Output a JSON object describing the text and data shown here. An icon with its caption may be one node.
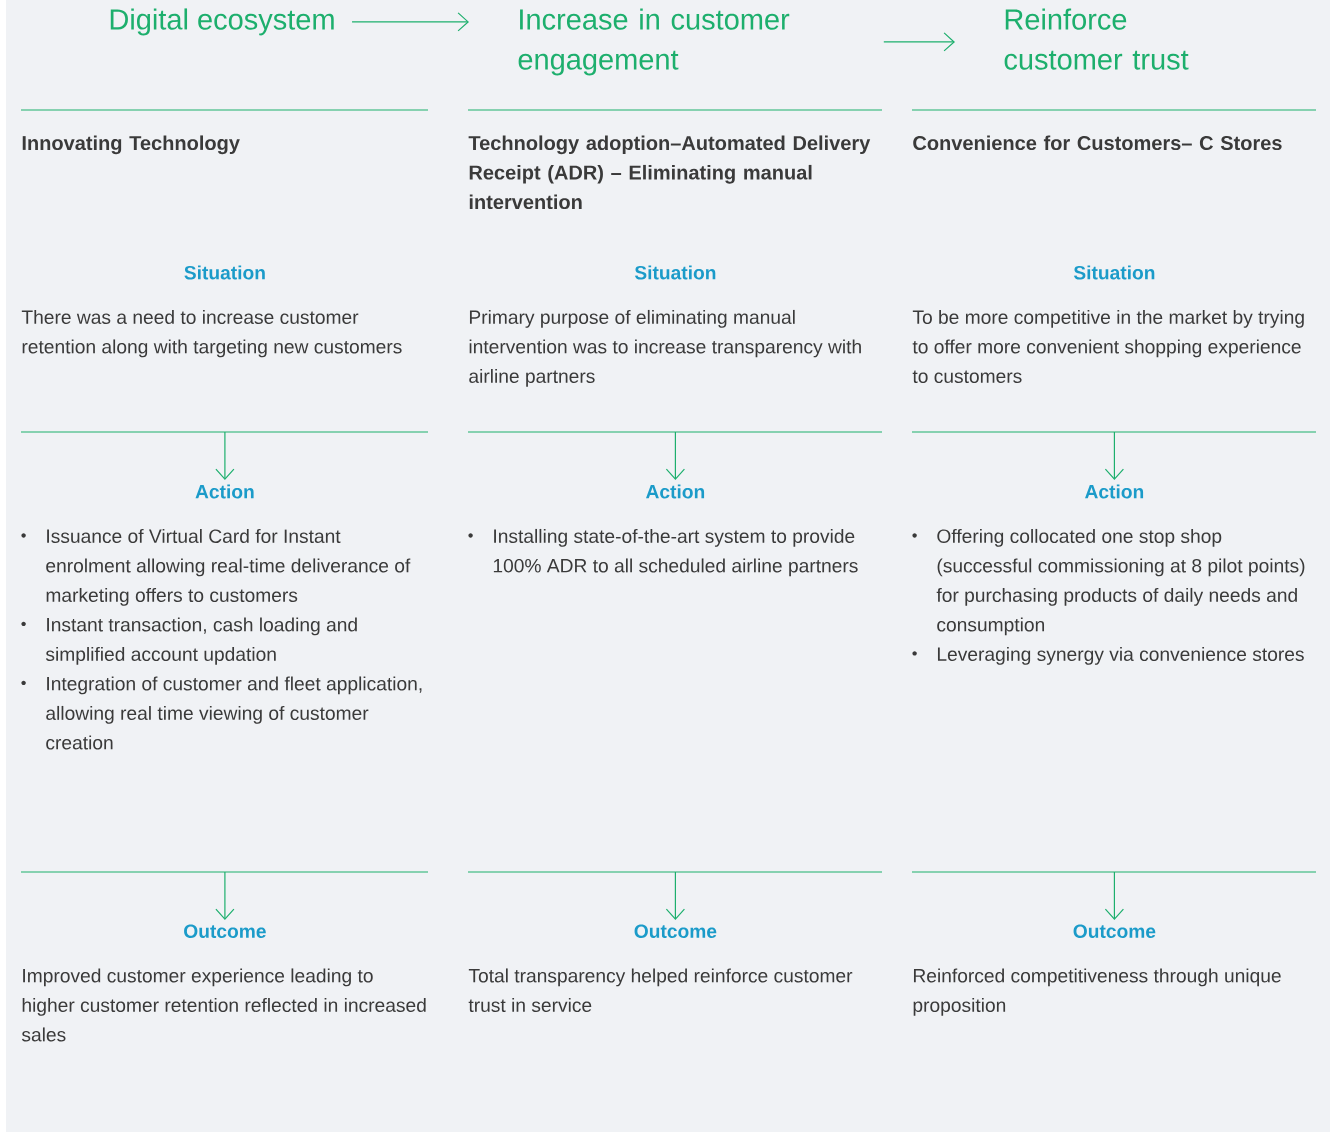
{
  "diagram": {
    "nodes": [
      {
        "text": [
          "Digital ecosystem"
        ]
      },
      {
        "text": [
          "Increase in customer engagement"
        ]
      },
      {
        "text": [
          "Reinforce customer trust"
        ]
      },
      {
        "text": [
          "Situation",
          "There was a need to increase customer retention along with targeting new customers"
        ]
      },
      {
        "text": [
          "Action",
          "Issuance of Virtual Card for Instant enrolment allowing real-time deliverance of marketing offers to customers",
          "Instant transaction, cash loading and simplified account updation",
          "Integration of customer and fleet application, allowing real time viewing of customer creation"
        ]
      },
      {
        "text": [
          "Outcome",
          "Improved customer experience leading to higher customer retention reflected in increased sales"
        ]
      },
      {
        "text": [
          "Situation",
          "Primary purpose of eliminating manual intervention was to increase transparency with airline partners"
        ]
      },
      {
        "text": [
          "Action",
          "Installing state-of-the-art system to provide 100% ADR to all scheduled airline partners"
        ]
      },
      {
        "text": [
          "Outcome",
          "Total transparency helped reinforce customer trust in service"
        ]
      },
      {
        "text": [
          "Situation",
          "To be more competitive in the market by trying to offer more convenient shopping experience to customers"
        ]
      },
      {
        "text": [
          "Action",
          "Offering collocated one stop shop (successful commissioning at 8 pilot points) for purchasing products of daily needs and consumption",
          "Leveraging synergy via convenience stores"
        ]
      },
      {
        "text": [
          "Outcome",
          "Reinforced competitiveness through unique proposition"
        ]
      }
    ],
    "edges": [
      {
        "from": 0,
        "to": 1,
        "arrow": "to"
      },
      {
        "from": 1,
        "to": 2,
        "arrow": "to"
      },
      {
        "from": null,
        "to": 4,
        "arrow": "to"
      },
      {
        "from": null,
        "to": 5,
        "arrow": "to"
      },
      {
        "from": null,
        "to": 7,
        "arrow": "to"
      },
      {
        "from": null,
        "to": 8,
        "arrow": "to"
      },
      {
        "from": null,
        "to": 10,
        "arrow": "to"
      },
      {
        "from": null,
        "to": 11,
        "arrow": "to"
      }
    ],
    "labels": [
      "Innovating Technology",
      "Technology adoption–Automated Delivery Receipt (ADR) – Eliminating manual intervention",
      "Convenience for Customers– C Stores"
    ]
  }
}
